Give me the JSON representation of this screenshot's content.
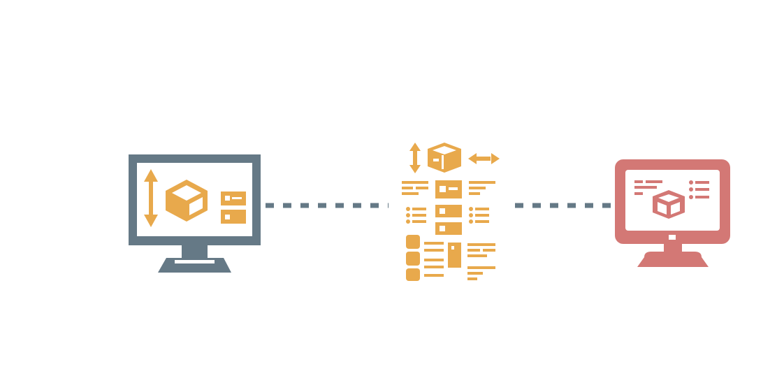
{
  "colors": {
    "slate": "#657986",
    "orange": "#e8a94c",
    "coral": "#d37875",
    "background": "#ffffff"
  },
  "nodes": [
    {
      "id": "source",
      "icon": "monitor-with-package-dimensions-icon"
    },
    {
      "id": "middle",
      "icon": "package-data-sheet-icon"
    },
    {
      "id": "target",
      "icon": "monitor-with-package-listing-icon"
    }
  ],
  "connectors": [
    {
      "from": "source",
      "to": "middle",
      "style": "dotted",
      "color": "slate"
    },
    {
      "from": "middle",
      "to": "target",
      "style": "dotted",
      "color": "slate"
    }
  ]
}
